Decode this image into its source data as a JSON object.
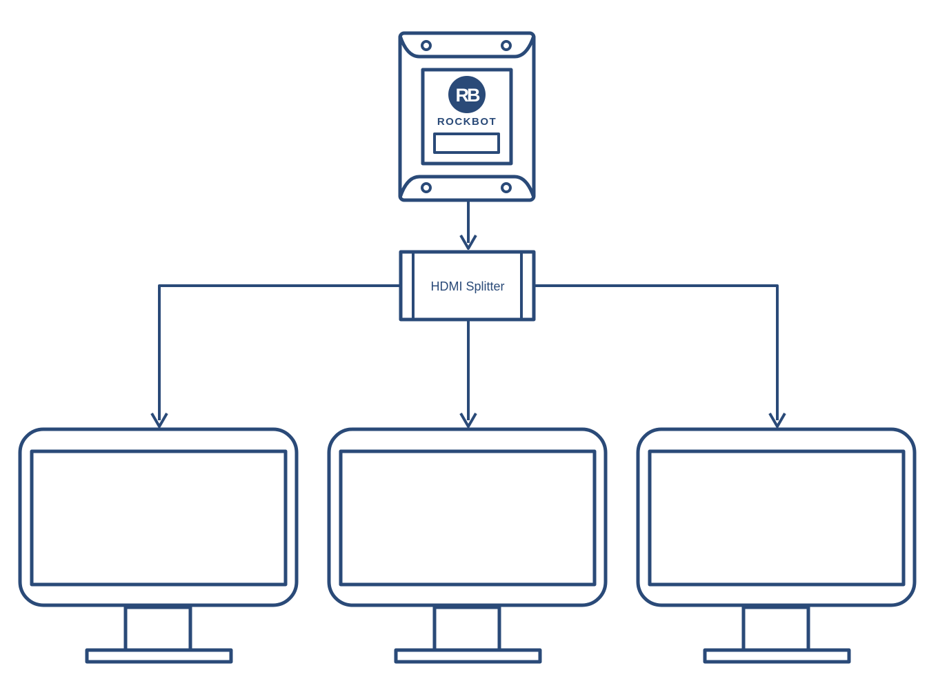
{
  "colors": {
    "primary": "#2a4a78",
    "background": "#ffffff"
  },
  "device": {
    "brand": "ROCKBOT",
    "logo_monogram": "RB",
    "logo_icon": "rockbot-logo-icon"
  },
  "splitter": {
    "label": "HDMI Splitter"
  },
  "displays": [
    {
      "icon": "monitor-icon"
    },
    {
      "icon": "monitor-icon"
    },
    {
      "icon": "monitor-icon"
    }
  ]
}
